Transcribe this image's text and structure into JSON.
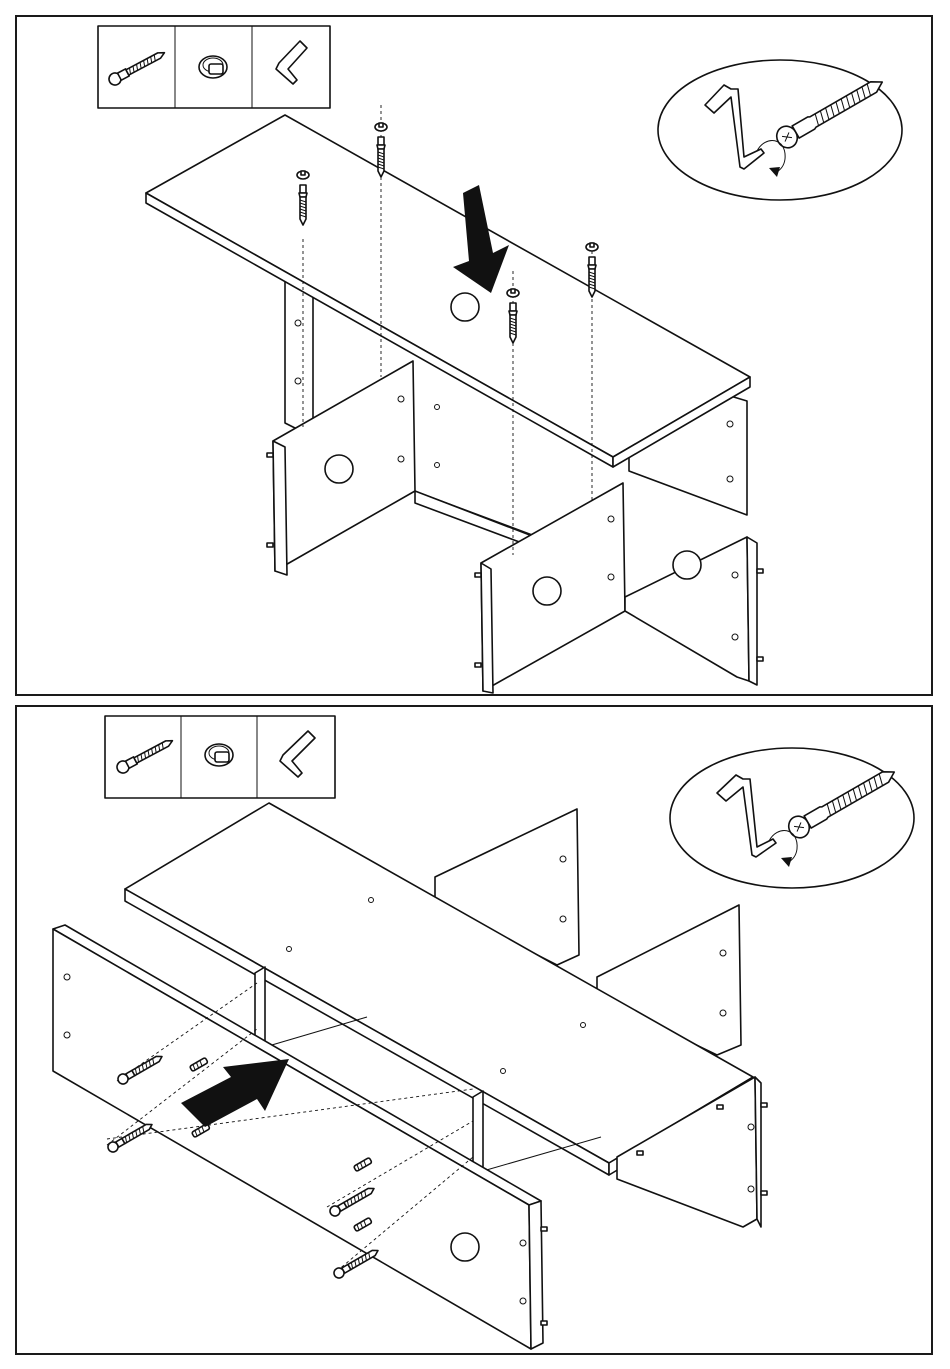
{
  "steps": [
    {
      "parts_strip": [
        {
          "icon": "screw-icon"
        },
        {
          "icon": "cam-lock-icon"
        },
        {
          "icon": "allen-key-icon"
        }
      ],
      "detail_bubble": {
        "icons": [
          "allen-key-icon",
          "screw-icon",
          "rotate-arrow-icon"
        ]
      },
      "screws": 4,
      "direction": "down"
    },
    {
      "parts_strip": [
        {
          "icon": "screw-icon"
        },
        {
          "icon": "cam-lock-icon"
        },
        {
          "icon": "allen-key-icon"
        }
      ],
      "detail_bubble": {
        "icons": [
          "allen-key-icon",
          "screw-icon",
          "rotate-arrow-icon"
        ]
      },
      "screws": 4,
      "dowels": 4,
      "direction": "right"
    }
  ],
  "colors": {
    "line": "#111111",
    "background": "#ffffff"
  }
}
